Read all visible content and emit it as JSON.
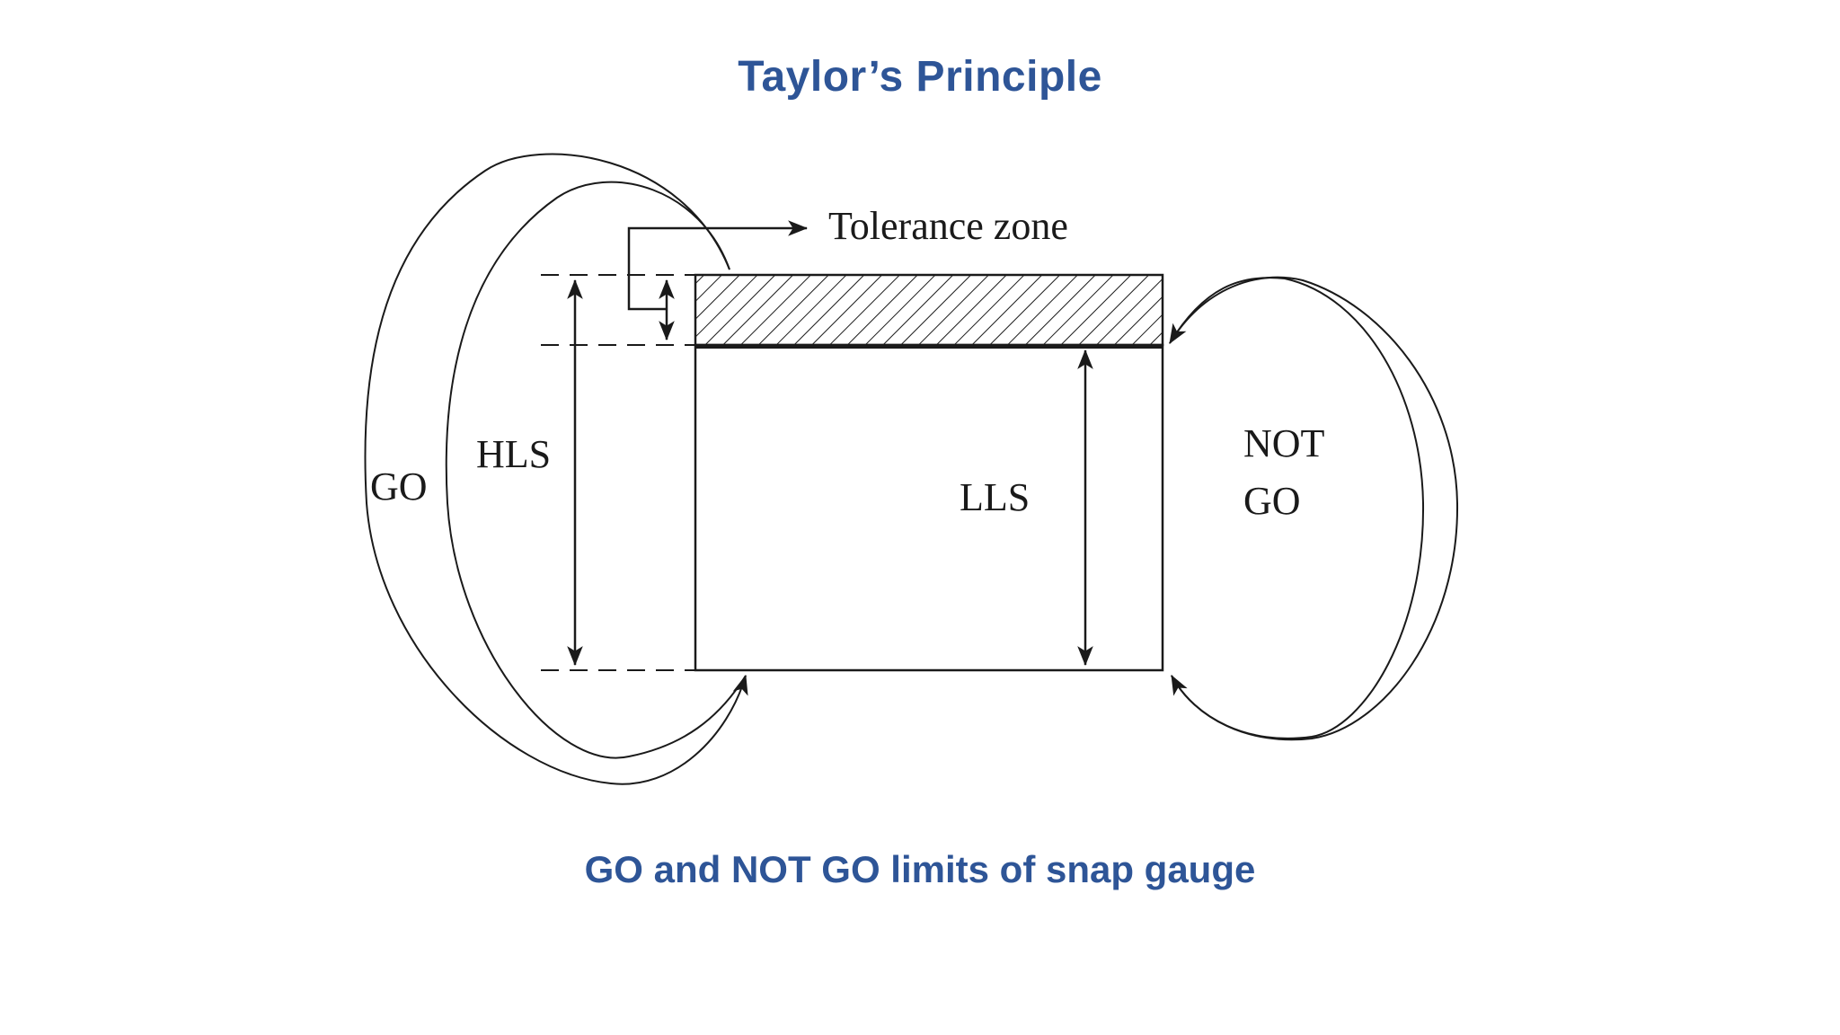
{
  "title": "Taylor’s Principle",
  "caption": "GO and NOT GO limits of snap gauge",
  "diagram": {
    "tolerance_zone_label": "Tolerance zone",
    "hls_label": "HLS",
    "lls_label": "LLS",
    "go_label": "GO",
    "not_go_label_line1": "NOT",
    "not_go_label_line2": "GO"
  },
  "colors": {
    "title": "#2e5597",
    "line": "#1a1a1a"
  }
}
